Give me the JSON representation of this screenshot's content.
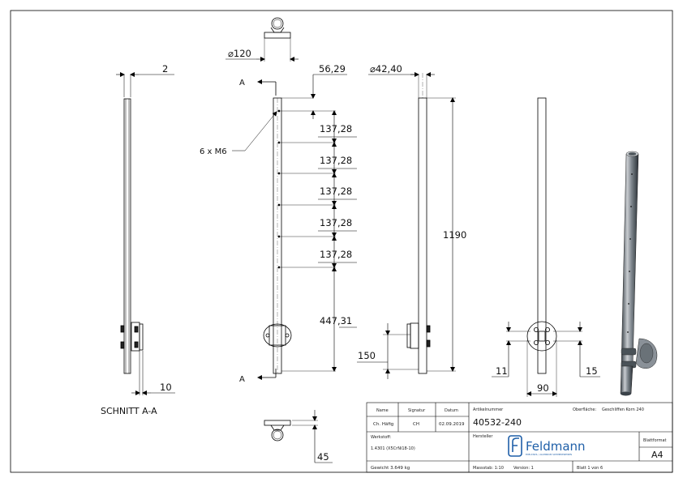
{
  "drawing": {
    "dimensions": {
      "flange_diameter": "⌀120",
      "post_diameter": "⌀42,40",
      "wall_thickness": "2",
      "hole_offset": "56,29",
      "hole_spacing": [
        "137,28",
        "137,28",
        "137,28",
        "137,28",
        "137,28"
      ],
      "bottom_distance": "447,31",
      "total_height": "1190",
      "flange_height": "150",
      "flange_width": "90",
      "left_offset": "11",
      "right_offset": "15",
      "section_bottom": "10",
      "bottom_view_height": "45"
    },
    "labels": {
      "holes": "6 x M6",
      "section_marker_top": "A",
      "section_marker_bottom": "A",
      "section_title": "SCHNITT A-A"
    }
  },
  "title_block": {
    "headers": {
      "name": "Name",
      "signature": "Signatur",
      "date": "Datum",
      "article_number": "Artikelnummer",
      "surface": "Oberfläche:",
      "material": "Werkstoff:",
      "manufacturer": "Hersteller",
      "sheet_format": "Blattformat"
    },
    "values": {
      "name": "Ch. Häfig",
      "signature": "CH",
      "date": "02.09.2019",
      "article_number": "40532-240",
      "surface": "Geschliffen Korn 240",
      "material": "1.4301 (X5CrNi18-10)",
      "sheet_format": "A4",
      "weight": "Gewicht 3.649 kg",
      "scale": "Massstab: 1:10",
      "version": "Version: 1",
      "sheet": "Blatt 1 von 6"
    },
    "logo": {
      "brand": "Feldmann",
      "tagline": "EDELSTAHL / ALUMINIUM SCHMIEDEWEISEN"
    }
  }
}
